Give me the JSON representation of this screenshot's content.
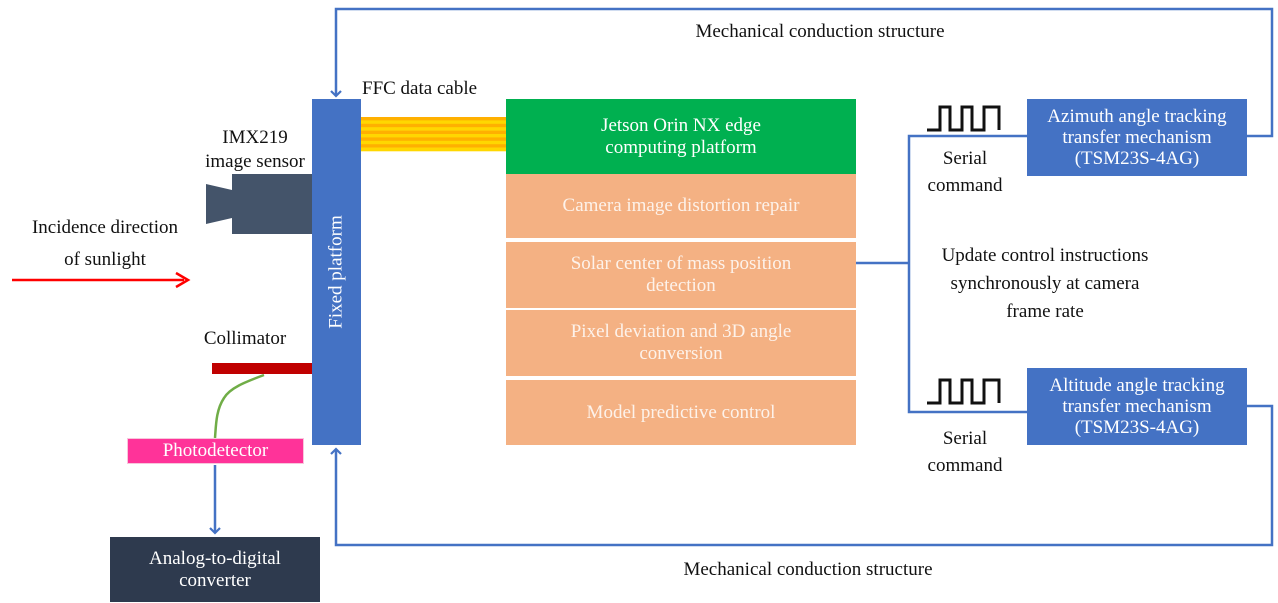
{
  "diagram": {
    "labels": {
      "mechanical_top": "Mechanical conduction structure",
      "mechanical_bottom": "Mechanical conduction structure",
      "ffc_cable": "FFC data cable",
      "sensor_line1": "IMX219",
      "sensor_line2": "image sensor",
      "sunlight_line1": "Incidence direction",
      "sunlight_line2": "of sunlight",
      "collimator": "Collimator",
      "serial_top_line1": "Serial",
      "serial_top_line2": "command",
      "serial_bottom_line1": "Serial",
      "serial_bottom_line2": "command",
      "update_line1": "Update control instructions",
      "update_line2": "synchronously at camera",
      "update_line3": "frame rate"
    },
    "fixed_platform": "Fixed platform",
    "jetson": {
      "line1": "Jetson Orin NX edge",
      "line2": "computing platform"
    },
    "processing_steps": [
      {
        "line1": "Camera image distortion repair",
        "line2": ""
      },
      {
        "line1": "Solar center of mass position",
        "line2": "detection"
      },
      {
        "line1": "Pixel deviation and 3D angle",
        "line2": "conversion"
      },
      {
        "line1": "Model predictive control",
        "line2": ""
      }
    ],
    "azimuth": {
      "line1": "Azimuth angle tracking",
      "line2": "transfer mechanism",
      "line3": "(TSM23S-4AG)"
    },
    "altitude": {
      "line1": "Altitude angle tracking",
      "line2": "transfer mechanism",
      "line3": "(TSM23S-4AG)"
    },
    "photodetector": "Photodetector",
    "adc": {
      "line1": "Analog-to-digital",
      "line2": "converter"
    },
    "icons": {
      "camera": "camera-icon",
      "pulse_signal": "square-wave-icon",
      "sun_arrow": "right-arrow-icon",
      "ffc_cable": "ribbon-cable-icon"
    },
    "colors": {
      "connector_blue": "#4472c4",
      "jetson_green": "#00b050",
      "process_orange": "#f4b183",
      "sunlight_red": "#ff0000",
      "collimator_red": "#c00000",
      "fiber_green": "#70ad47",
      "photodetector_pink": "#ff3399",
      "adc_navy": "#2e3a4e",
      "camera_slate": "#44546a",
      "cable_yellow": "#ffd700",
      "cable_orange": "#ffb000"
    }
  }
}
